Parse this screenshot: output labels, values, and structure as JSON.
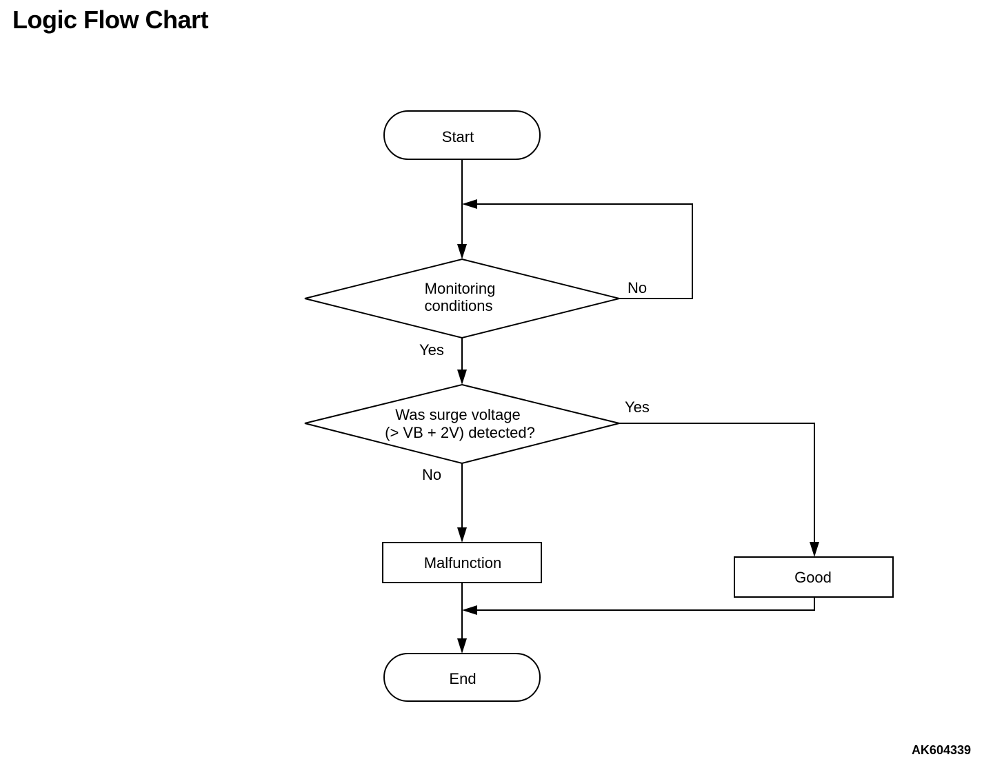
{
  "title": "Logic Flow Chart",
  "figure_id": "AK604339",
  "nodes": {
    "start": {
      "label": "Start"
    },
    "monitoring": {
      "line1": "Monitoring",
      "line2": "conditions"
    },
    "surge": {
      "line1": "Was surge voltage",
      "line2": "(> VB + 2V) detected?"
    },
    "malfunction": {
      "label": "Malfunction"
    },
    "good": {
      "label": "Good"
    },
    "end": {
      "label": "End"
    }
  },
  "edges": {
    "monitoring_no": "No",
    "monitoring_yes": "Yes",
    "surge_yes": "Yes",
    "surge_no": "No"
  }
}
